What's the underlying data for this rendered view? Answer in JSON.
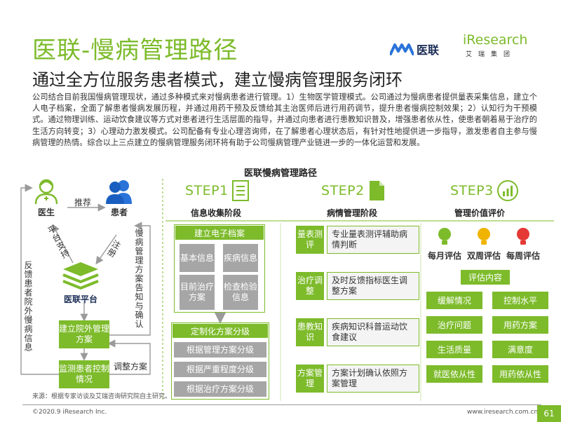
{
  "header": {
    "title": "医联-慢病管理路径",
    "logo_yilian": "医联",
    "logo_ir_name": "iResearch",
    "logo_ir_sub": "艾瑞集团"
  },
  "subtitle": "通过全方位服务患者模式，建立慢病管理服务闭环",
  "description": "公司结合目前我国慢病管理现状，通过多种模式来对慢病患者进行管理。1）生物医学管理模式。公司通过为慢病患者提供量表采集信息，建立个人电子档案，全面了解患者慢病发展历程，并通过用药干预及反馈给其主治医师后进行用药调节，提升患者慢病控制效果；2）认知行为干预模式。通过物理训练、运动饮食建议等方式对患者进行生活层面的指导，并通过向患者进行患教知识普及，增强患者依从性，使患者朝着易于治疗的生活方向转变；3）心理动力激发模式。公司配备有专业心理咨询师，在了解患者心理状态后，有针对性地提供进一步指导，激发患者自主参与慢病管理的热情。综合以上三点建立的慢病管理服务闭环将有助于公司慢病管理产业链进一步的一体化运营和发展。",
  "diagram_title": "医联慢病管理路径",
  "loop": {
    "doctor": "医生",
    "patient": "患者",
    "recommend": "推荐",
    "platform_support": "平台支持",
    "register": "注册",
    "platform": "医联平台",
    "notify": "慢病管理方案告知与确认",
    "feedback": "反馈患者院外慢病信息",
    "build_plan": "建立院外管理方案",
    "monitor": "监测患者控制情况",
    "adjust": "调整方案"
  },
  "step1": {
    "label": "STEP1",
    "stage": "信息收集阶段",
    "record": "建立电子档案",
    "cells": [
      "基本信息",
      "疾病信息",
      "目前治疗方案",
      "检查检验信息"
    ],
    "plan_grading": "定制化方案分级",
    "grades": [
      "根据管理方案分级",
      "根据严重程度分级",
      "根据治疗方案分级"
    ]
  },
  "step2": {
    "label": "STEP2",
    "stage": "病情管理阶段",
    "items": [
      {
        "tag": "量表测评",
        "body": "专业量表测评辅助病情判断"
      },
      {
        "tag": "治疗调整",
        "body": "及时反馈指标医生调整方案"
      },
      {
        "tag": "患教知识",
        "body": "疾病知识科普运动饮食建议"
      },
      {
        "tag": "方案管理",
        "body": "方案计划确认依照方案管理"
      }
    ]
  },
  "step3": {
    "label": "STEP3",
    "stage": "管理价值评价",
    "bulbs": [
      {
        "label": "每月评估",
        "color": "#7dbb2b"
      },
      {
        "label": "双周评估",
        "color": "#f0b400"
      },
      {
        "label": "每周评估",
        "color": "#e53935"
      }
    ],
    "eval_title": "评估内容",
    "eval_items": [
      "缓解情况",
      "控制水平",
      "治疗问题",
      "用药方案",
      "生活质量",
      "满意度",
      "就医依从性",
      "用药依从性"
    ]
  },
  "source": "来源：根据专家访谈及艾瑞咨询研究院自主研究。",
  "footer": {
    "copyright": "©2020.9 iResearch Inc.",
    "site": "www.iresearch.com.cn",
    "page": "61"
  },
  "colors": {
    "accent": "#7dbb2b",
    "gray": "#a6a6a6",
    "navy": "#1a2c55"
  }
}
